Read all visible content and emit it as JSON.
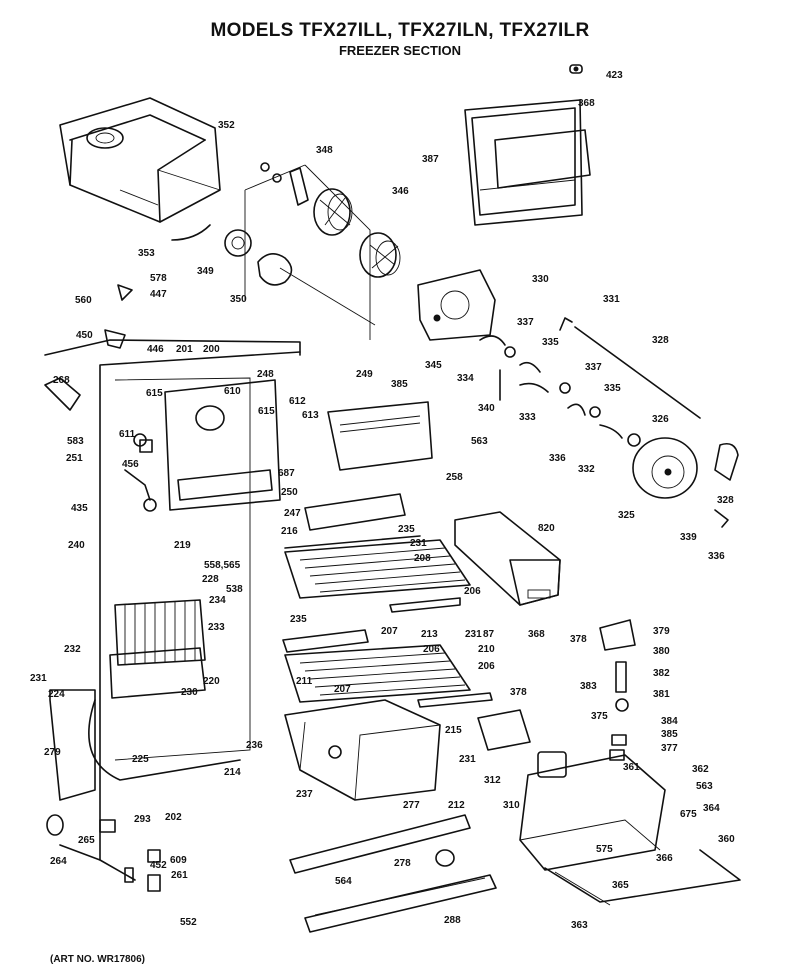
{
  "header": {
    "title": "MODELS TFX27ILL, TFX27ILN, TFX27ILR",
    "subtitle": "FREEZER SECTION"
  },
  "footer": {
    "art_no": "(ART NO. WR17806)"
  },
  "part_labels": [
    "423",
    "368",
    "387",
    "352",
    "348",
    "346",
    "353",
    "349",
    "578",
    "447",
    "560",
    "350",
    "450",
    "446",
    "201",
    "200",
    "330",
    "331",
    "328",
    "337",
    "335",
    "345",
    "334",
    "248",
    "249",
    "268",
    "610",
    "615",
    "612",
    "613",
    "385",
    "340",
    "333",
    "337",
    "335",
    "326",
    "611",
    "615",
    "583",
    "563",
    "251",
    "336",
    "332",
    "456",
    "687",
    "250",
    "258",
    "328",
    "325",
    "435",
    "247",
    "216",
    "235",
    "339",
    "336",
    "820",
    "240",
    "219",
    "231",
    "208",
    "558,565",
    "228",
    "206",
    "538",
    "234",
    "233",
    "207",
    "213",
    "231",
    "87",
    "368",
    "378",
    "379",
    "232",
    "235",
    "210",
    "206",
    "380",
    "206",
    "382",
    "220",
    "211",
    "207",
    "378",
    "383",
    "381",
    "231",
    "224",
    "230",
    "215",
    "375",
    "384",
    "385",
    "377",
    "236",
    "279",
    "225",
    "214",
    "237",
    "231",
    "312",
    "361",
    "362",
    "563",
    "202",
    "277",
    "212",
    "310",
    "675",
    "364",
    "265",
    "293",
    "264",
    "609",
    "360",
    "575",
    "366",
    "452",
    "261",
    "278",
    "564",
    "365",
    "288",
    "552",
    "363"
  ]
}
